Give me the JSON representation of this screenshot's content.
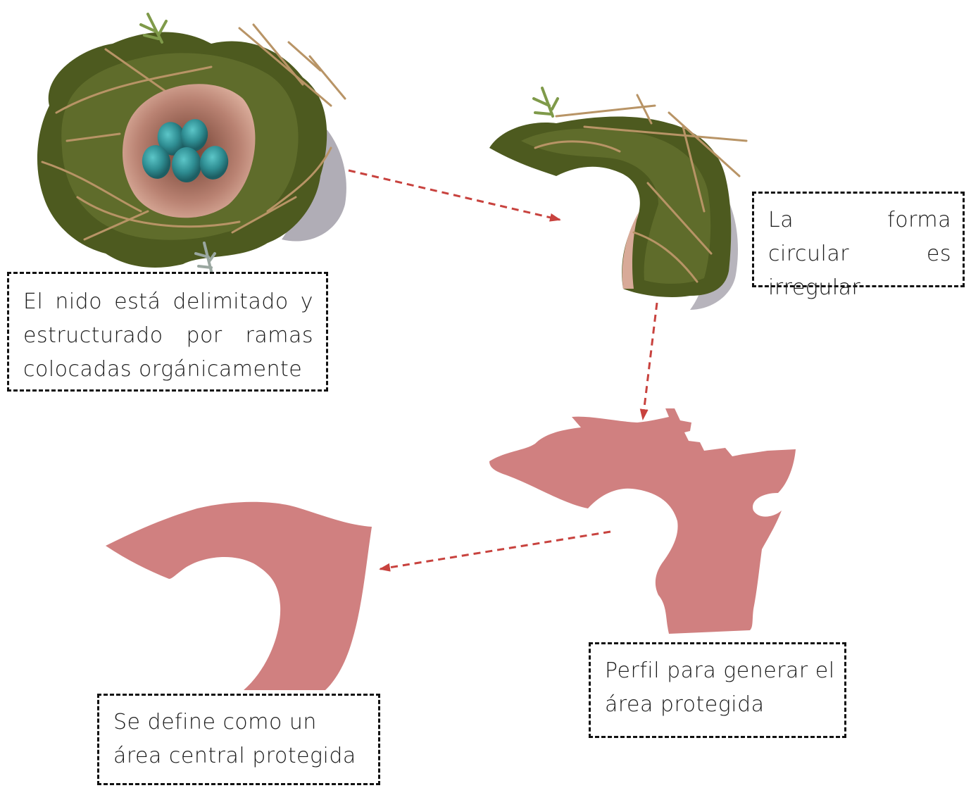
{
  "notes": {
    "nest": "El nido está delimitado y estructurado por ramas colocadas orgánicamente",
    "shape": "La forma circular es irregular",
    "profile": "Perfil para generar el área protegida",
    "area": "Se define como un área central protegida"
  },
  "colors": {
    "shape_fill": "#d08080",
    "arrow": "#c8423e",
    "moss_dark": "#3e4a1a",
    "moss": "#5f6b28",
    "twig": "#b89466",
    "nest_lining": "#c99a8a",
    "egg": "#2f8e93",
    "shadow": "#6f6a7a"
  },
  "icons": {
    "nest_illustration": "bird-nest-with-eggs",
    "nest_fragment": "nest-cross-section-fragment",
    "outline_shape": "protected-area-profile",
    "core_shape": "central-protected-area"
  }
}
